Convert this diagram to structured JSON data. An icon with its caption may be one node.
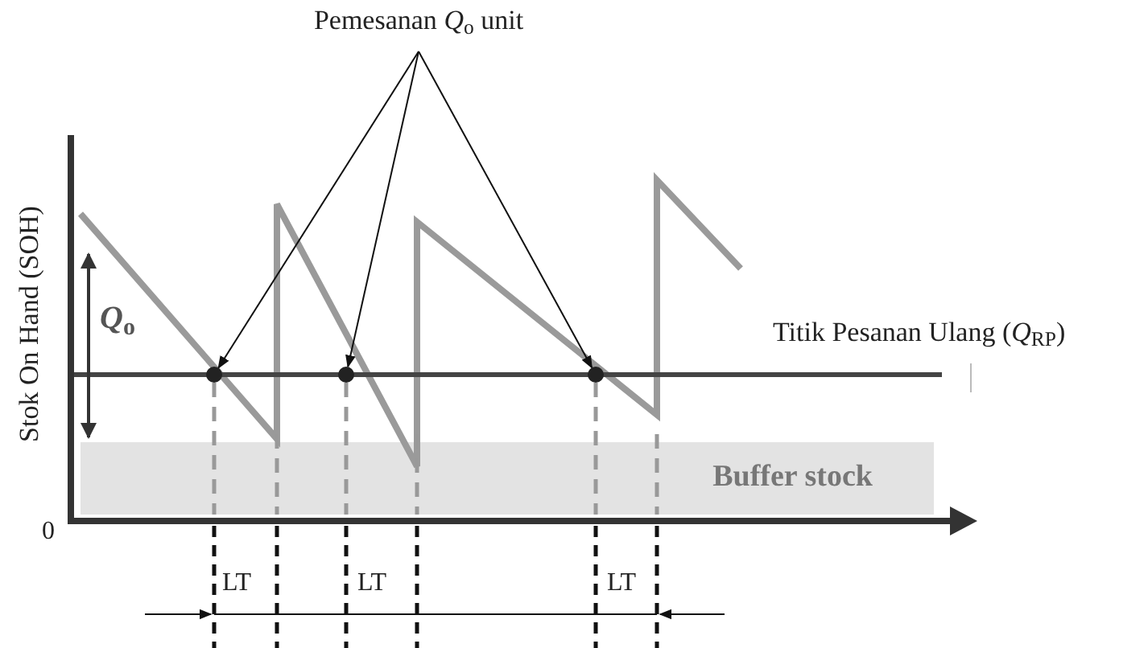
{
  "diagram": {
    "nodes": [
      {
        "text": [
          "Pemesanan *Q*$_{o}$ unit"
        ]
      },
      {
        "text": [],
        "shape": "circle"
      },
      {
        "text": [],
        "shape": "circle"
      },
      {
        "text": [],
        "shape": "circle"
      },
      {
        "text": [
          "Buffer stock"
        ]
      }
    ],
    "edges": [
      {
        "from": 0,
        "to": 1,
        "arrow": "to"
      },
      {
        "from": 0,
        "to": 2,
        "arrow": "to"
      },
      {
        "from": 0,
        "to": 3,
        "arrow": "to"
      }
    ],
    "labels": [
      "Stok On Hand (SOH)",
      "*Q*$_{o}$",
      "Titik Pesanan Ulang (*Q*$_{RP}$)",
      "0",
      "LT",
      "LT",
      "LT"
    ]
  }
}
